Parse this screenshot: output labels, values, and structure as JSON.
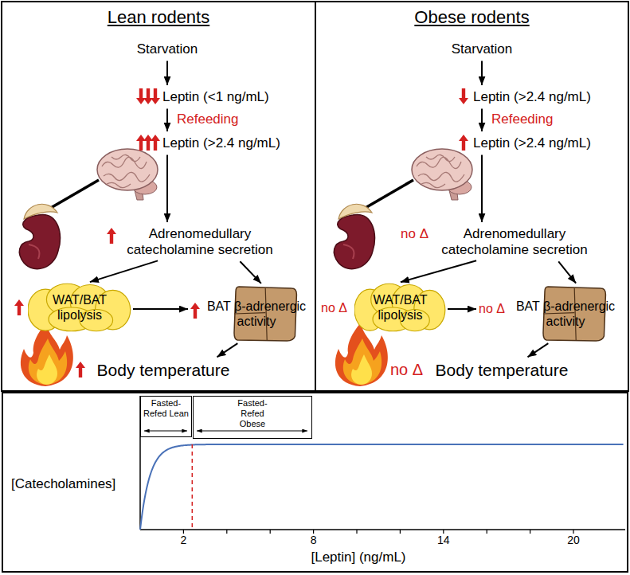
{
  "diagram": {
    "nodes": [
      {
        "text": [
          "Lean rodents"
        ]
      },
      {
        "text": [
          "Starvation"
        ],
        "in": 0
      },
      {
        "text": [
          "Leptin (<1 ng/mL)"
        ],
        "in": 0
      },
      {
        "text": [
          "Leptin (>2.4 ng/mL)"
        ],
        "in": 0
      },
      {
        "text": [
          "Adrenomedullary catecholamine secretion"
        ],
        "in": 0
      },
      {
        "text": [
          "WAT/BAT lipolysis"
        ],
        "in": 0
      },
      {
        "text": [
          "BAT β-adrenergic activity"
        ],
        "in": 0
      },
      {
        "text": [
          "Body temperature"
        ],
        "in": 0
      },
      {
        "text": [
          "Obese rodents"
        ]
      },
      {
        "text": [
          "Starvation"
        ],
        "in": 8
      },
      {
        "text": [
          "Leptin (>2.4 ng/mL)"
        ],
        "in": 8
      },
      {
        "text": [
          "Leptin (>2.4 ng/mL)"
        ],
        "in": 8
      },
      {
        "text": [
          "Adrenomedullary catecholamine secretion"
        ],
        "in": 8
      },
      {
        "text": [
          "WAT/BAT lipolysis"
        ],
        "in": 8
      },
      {
        "text": [
          "BAT β-adrenergic activity"
        ],
        "in": 8
      },
      {
        "text": [
          "Body temperature"
        ],
        "in": 8
      },
      {
        "text": [
          "Fasted-Refed Lean"
        ]
      },
      {
        "text": [
          "Fasted-Refed Obese"
        ]
      }
    ],
    "edges": [
      {
        "from": 1,
        "to": 2,
        "arrow": "to"
      },
      {
        "from": 2,
        "to": 3,
        "label": "Refeeding",
        "arrow": "to"
      },
      {
        "from": 3,
        "to": 4,
        "arrow": "to"
      },
      {
        "from": 4,
        "to": 5,
        "arrow": "to"
      },
      {
        "from": 4,
        "to": 6,
        "arrow": "to"
      },
      {
        "from": 5,
        "to": 6,
        "arrow": "to"
      },
      {
        "from": 6,
        "to": 7,
        "arrow": "to"
      },
      {
        "from": 9,
        "to": 10,
        "arrow": "to"
      },
      {
        "from": 10,
        "to": 11,
        "label": "Refeeding",
        "arrow": "to"
      },
      {
        "from": 11,
        "to": 12,
        "arrow": "to"
      },
      {
        "from": 12,
        "to": 13,
        "arrow": "to"
      },
      {
        "from": 12,
        "to": 14,
        "arrow": "to"
      },
      {
        "from": 13,
        "to": 14,
        "arrow": "to"
      },
      {
        "from": 14,
        "to": 15,
        "arrow": "to"
      }
    ],
    "labels": [
      "no Δ",
      "no Δ",
      "no Δ",
      "no Δ",
      "[Catecholamines]",
      "2",
      "8",
      "14",
      "20",
      "[Leptin] (ng/mL)"
    ]
  }
}
